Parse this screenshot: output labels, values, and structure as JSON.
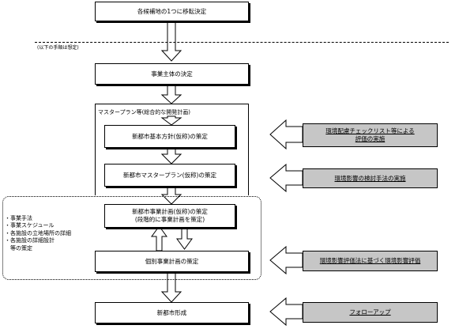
{
  "diagram": {
    "top_step": "各候補地の1つに移転決定",
    "note_after_dash": "(以下の手順は想定)",
    "step_entity": "事業主体の決定",
    "master_plan_group_title": "マスタープラン等(総合的な開発計画)",
    "step_basic_policy": "新都市基本方針(仮称)の策定",
    "step_master_plan": "新都市マスタープラン(仮称)の策定",
    "step_business_plan_line1": "新都市事業計画(仮称)の策定",
    "step_business_plan_line2": "(段階的に事業計画を策定)",
    "step_individual_plan": "個別事業計画の策定",
    "step_formation": "新都市形成",
    "side_notes": [
      "・事業手法",
      "・事業スケジュール",
      "・各施設の立地場所の詳細",
      "・各施設の詳細設計",
      "　等の策定"
    ],
    "env_checklist_line1": "環境配慮チェックリスト等による",
    "env_checklist_line2": "評価の実施",
    "env_review_method": "環境影響の検討手法の実施",
    "env_assessment_law": "環境影響評価法に基づく環境影響評価",
    "follow_up": "フォローアップ"
  },
  "colors": {
    "line": "#000000",
    "box_fill": "#ffffff",
    "right_box_fill": "#c6c6c6"
  }
}
